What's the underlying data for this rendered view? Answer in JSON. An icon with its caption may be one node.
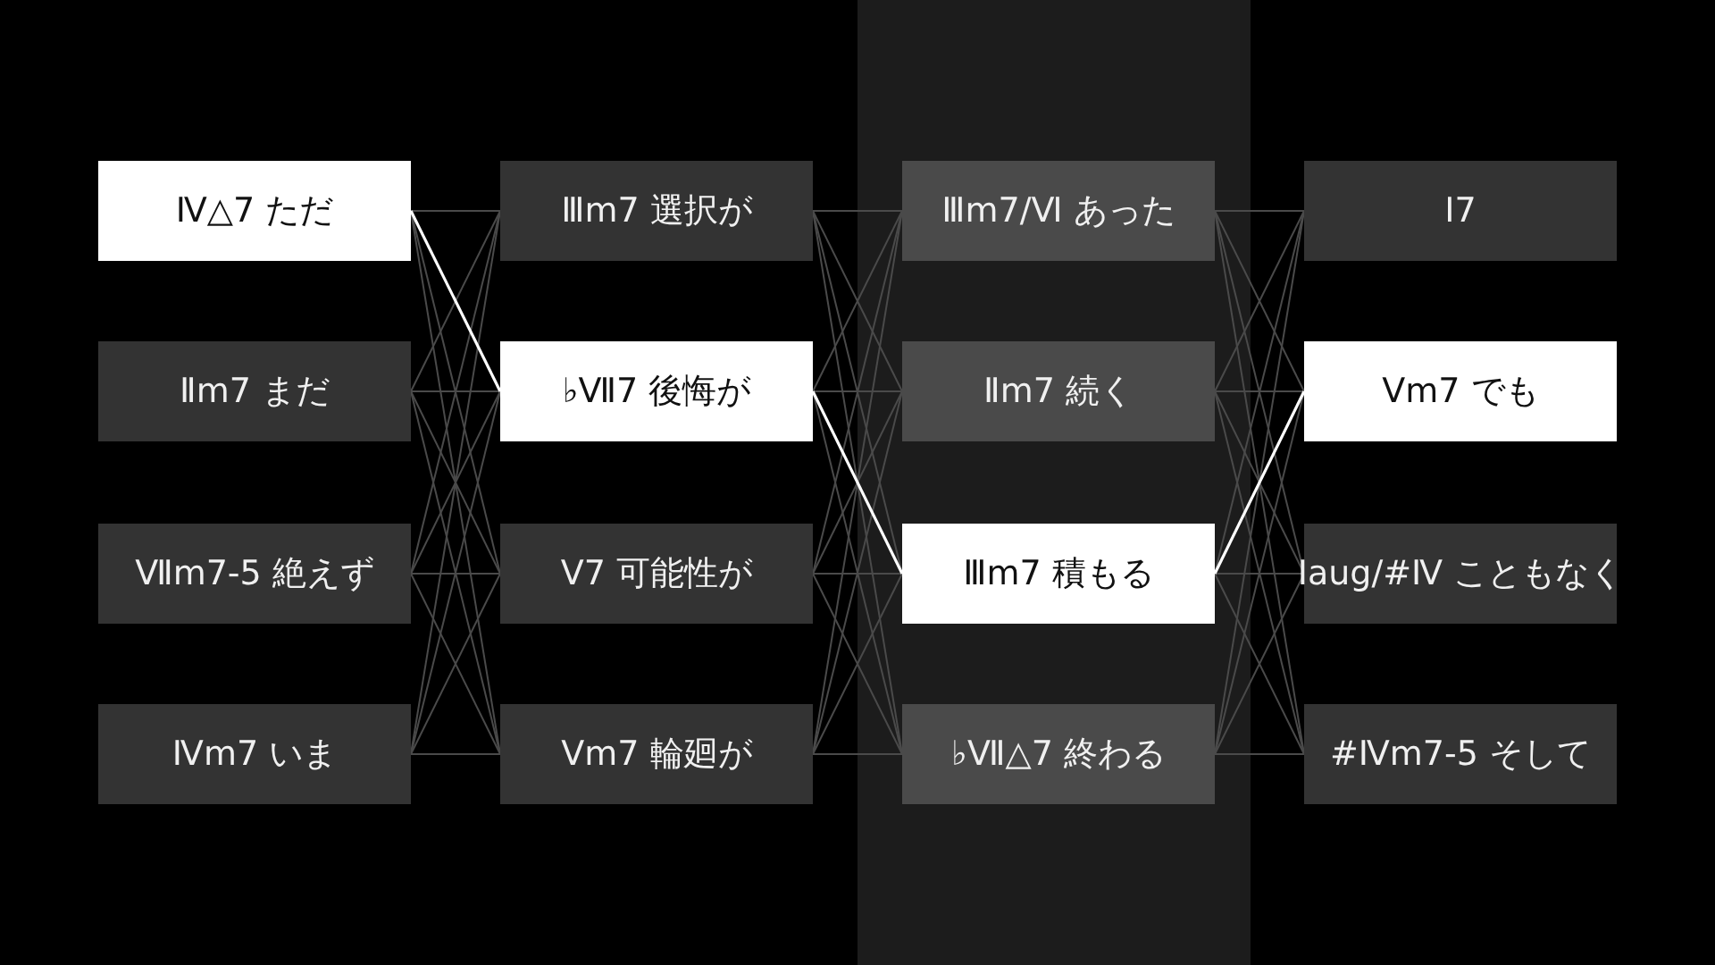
{
  "diagram": {
    "nodes": [
      {
        "text": [
          "Ⅳ△7 ただ"
        ]
      },
      {
        "text": [
          "Ⅱm7 まだ"
        ]
      },
      {
        "text": [
          "Ⅶm7-5 絶えず"
        ]
      },
      {
        "text": [
          "Ⅳm7 いま"
        ]
      },
      {
        "text": [
          "Ⅲm7 選択が"
        ]
      },
      {
        "text": [
          "♭Ⅶ7 後悔が"
        ]
      },
      {
        "text": [
          "Ⅴ7 可能性が"
        ]
      },
      {
        "text": [
          "Ⅴm7 輪廻が"
        ]
      },
      {
        "text": [
          "Ⅲm7/Ⅵ あった"
        ]
      },
      {
        "text": [
          "Ⅱm7 続く"
        ]
      },
      {
        "text": [
          "Ⅲm7 積もる"
        ]
      },
      {
        "text": [
          "♭Ⅶ△7 終わる"
        ]
      },
      {
        "text": [
          "Ⅰ7"
        ]
      },
      {
        "text": [
          "Ⅴm7 でも"
        ]
      },
      {
        "text": [
          "Ⅰaug/#Ⅳ こともなく"
        ]
      },
      {
        "text": [
          "#Ⅳm7-5 そして"
        ]
      }
    ],
    "edges": [
      {
        "from": 0,
        "to": 4,
        "arrow": "none"
      },
      {
        "from": 0,
        "to": 5,
        "arrow": "none",
        "color": "#ffffff"
      },
      {
        "from": 0,
        "to": 6,
        "arrow": "none"
      },
      {
        "from": 0,
        "to": 7,
        "arrow": "none"
      },
      {
        "from": 1,
        "to": 4,
        "arrow": "none"
      },
      {
        "from": 1,
        "to": 5,
        "arrow": "none"
      },
      {
        "from": 1,
        "to": 6,
        "arrow": "none"
      },
      {
        "from": 1,
        "to": 7,
        "arrow": "none"
      },
      {
        "from": 2,
        "to": 4,
        "arrow": "none"
      },
      {
        "from": 2,
        "to": 5,
        "arrow": "none"
      },
      {
        "from": 2,
        "to": 6,
        "arrow": "none"
      },
      {
        "from": 2,
        "to": 7,
        "arrow": "none"
      },
      {
        "from": 3,
        "to": 4,
        "arrow": "none"
      },
      {
        "from": 3,
        "to": 5,
        "arrow": "none"
      },
      {
        "from": 3,
        "to": 6,
        "arrow": "none"
      },
      {
        "from": 3,
        "to": 7,
        "arrow": "none"
      },
      {
        "from": 4,
        "to": 8,
        "arrow": "none"
      },
      {
        "from": 4,
        "to": 9,
        "arrow": "none"
      },
      {
        "from": 4,
        "to": 10,
        "arrow": "none"
      },
      {
        "from": 4,
        "to": 11,
        "arrow": "none"
      },
      {
        "from": 5,
        "to": 8,
        "arrow": "none"
      },
      {
        "from": 5,
        "to": 9,
        "arrow": "none"
      },
      {
        "from": 5,
        "to": 10,
        "arrow": "none",
        "color": "#ffffff"
      },
      {
        "from": 5,
        "to": 11,
        "arrow": "none"
      },
      {
        "from": 6,
        "to": 8,
        "arrow": "none"
      },
      {
        "from": 6,
        "to": 9,
        "arrow": "none"
      },
      {
        "from": 6,
        "to": 10,
        "arrow": "none"
      },
      {
        "from": 6,
        "to": 11,
        "arrow": "none"
      },
      {
        "from": 7,
        "to": 8,
        "arrow": "none"
      },
      {
        "from": 7,
        "to": 9,
        "arrow": "none"
      },
      {
        "from": 7,
        "to": 10,
        "arrow": "none"
      },
      {
        "from": 7,
        "to": 11,
        "arrow": "none"
      },
      {
        "from": 8,
        "to": 12,
        "arrow": "none"
      },
      {
        "from": 8,
        "to": 13,
        "arrow": "none"
      },
      {
        "from": 8,
        "to": 14,
        "arrow": "none"
      },
      {
        "from": 8,
        "to": 15,
        "arrow": "none"
      },
      {
        "from": 9,
        "to": 12,
        "arrow": "none"
      },
      {
        "from": 9,
        "to": 13,
        "arrow": "none"
      },
      {
        "from": 9,
        "to": 14,
        "arrow": "none"
      },
      {
        "from": 9,
        "to": 15,
        "arrow": "none"
      },
      {
        "from": 10,
        "to": 12,
        "arrow": "none"
      },
      {
        "from": 10,
        "to": 13,
        "arrow": "none",
        "color": "#ffffff"
      },
      {
        "from": 10,
        "to": 14,
        "arrow": "none"
      },
      {
        "from": 10,
        "to": 15,
        "arrow": "none"
      },
      {
        "from": 11,
        "to": 12,
        "arrow": "none"
      },
      {
        "from": 11,
        "to": 13,
        "arrow": "none"
      },
      {
        "from": 11,
        "to": 14,
        "arrow": "none"
      },
      {
        "from": 11,
        "to": 15,
        "arrow": "none"
      }
    ]
  }
}
